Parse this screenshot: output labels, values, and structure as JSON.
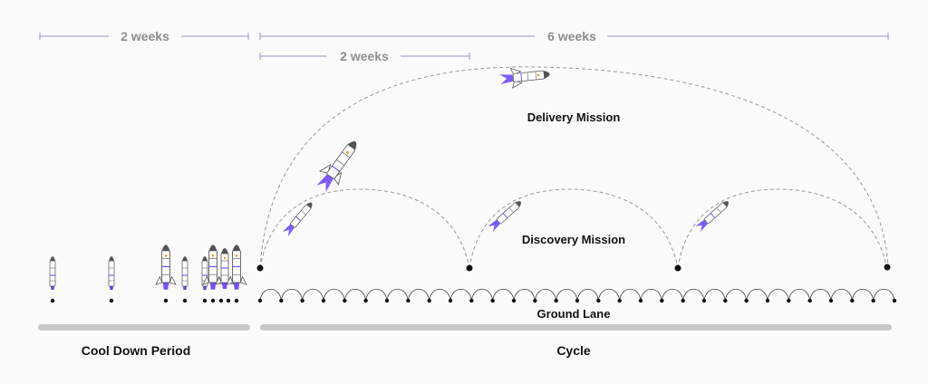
{
  "durations": {
    "cooldown_span": "2 weeks",
    "cycle_span": "6 weeks",
    "discovery_span": "2 weeks"
  },
  "missions": {
    "delivery": "Delivery Mission",
    "discovery": "Discovery Mission",
    "ground": "Ground Lane"
  },
  "phases": {
    "cooldown": "Cool Down Period",
    "cycle": "Cycle"
  },
  "colors": {
    "arc": "#9a96a4",
    "flame": "#6a3ff5",
    "bar": "#c9c9c9",
    "dimension": "#9793c7",
    "rocket_body": "#ffffff",
    "rocket_nose": "#555555"
  },
  "icons": {
    "rocket": "rocket-icon",
    "node": "node-dot-icon"
  }
}
